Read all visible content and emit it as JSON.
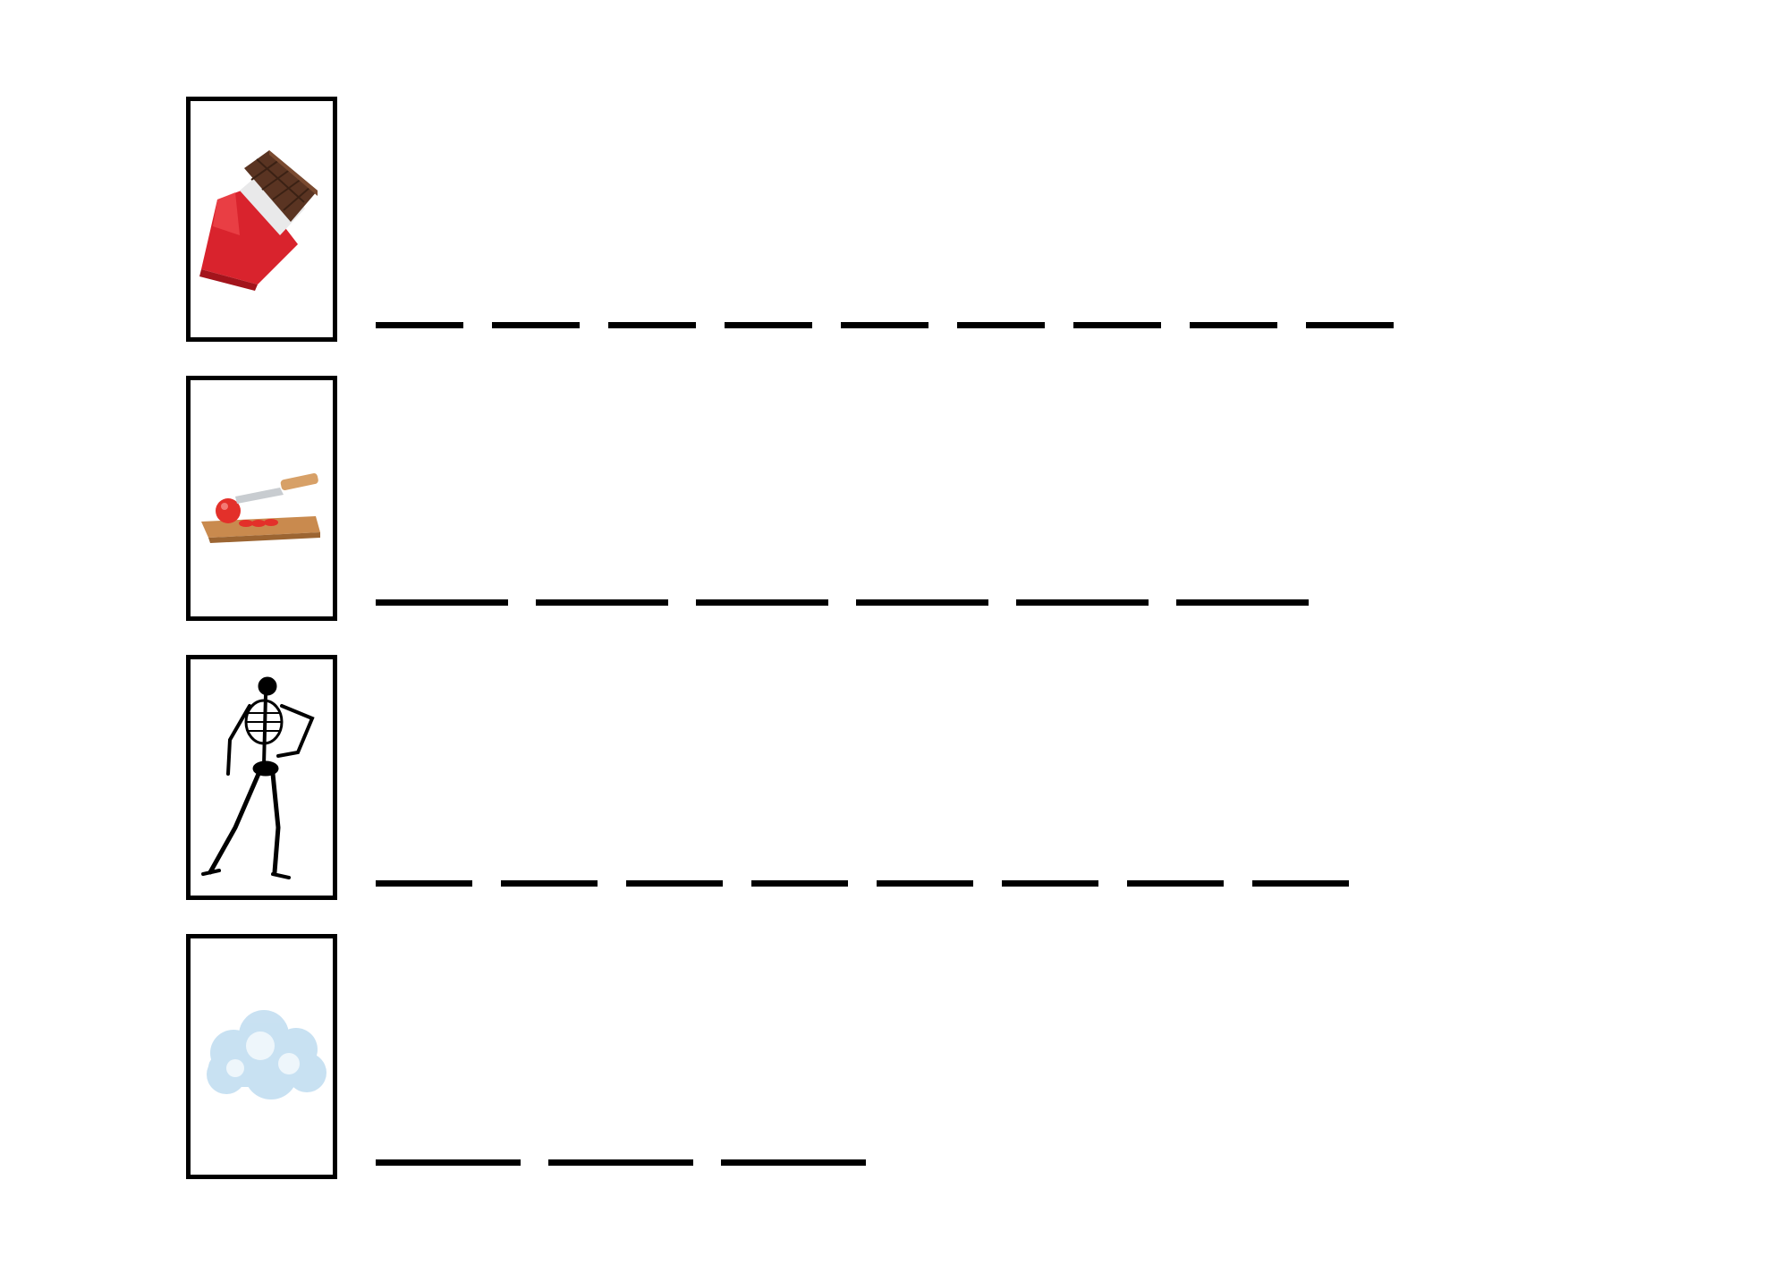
{
  "worksheet": {
    "rows": [
      {
        "picture": "chocolate-bar-icon",
        "letter_count": 9
      },
      {
        "picture": "knife-cutting-tomato-icon",
        "letter_count": 6
      },
      {
        "picture": "skeleton-icon",
        "letter_count": 8
      },
      {
        "picture": "cloud-icon",
        "letter_count": 3
      }
    ]
  },
  "colors": {
    "line": "#000000",
    "wrapper_red": "#d9232d",
    "chocolate": "#5a3422",
    "tomato": "#e3302a",
    "board": "#c98a4e",
    "cloud": "#bfdcf0"
  }
}
